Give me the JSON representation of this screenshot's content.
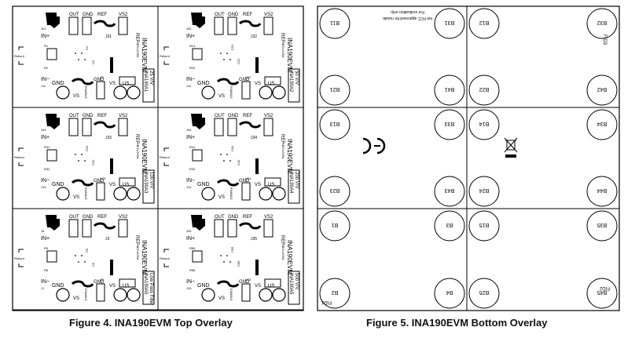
{
  "figures": [
    {
      "caption": "Figure 4. INA190EVM Top Overlay",
      "boards": [
        {
          "board": "INA190EVM",
          "assembly": "SBOU235A",
          "variant_lines": [
            "INA190A1",
            "25 V/V"
          ],
          "jumper": "J31",
          "res_labels": [
            "R1",
            "R2"
          ],
          "cap_labels": [
            "C1",
            "C2"
          ],
          "ic": "U1",
          "in_plus": "J01",
          "in_minus": "J11"
        },
        {
          "board": "INA190EVM",
          "assembly": "SBOU235A",
          "variant_lines": [
            "INA190A2",
            "50 V/V"
          ],
          "jumper": "J32",
          "res_labels": [
            "R21",
            "R22"
          ],
          "cap_labels": [
            "C21",
            "C22"
          ],
          "ic": "U22",
          "in_plus": "J02",
          "in_minus": "J12"
        },
        {
          "board": "INA190EVM",
          "assembly": "SBOU235A",
          "variant_lines": [
            "INA190A3",
            "100 V/V"
          ],
          "jumper": "J33",
          "res_labels": [
            "R31",
            "R32"
          ],
          "cap_labels": [
            "C31",
            "C32"
          ],
          "ic": "U23",
          "in_plus": "J03",
          "in_minus": "J13"
        },
        {
          "board": "INA190EVM",
          "assembly": "SBOU235A",
          "variant_lines": [
            "INA190A4",
            "200 V/V"
          ],
          "jumper": "J34",
          "res_labels": [
            "R41",
            "R42"
          ],
          "cap_labels": [
            "C41",
            "C42"
          ],
          "ic": "U24",
          "in_plus": "J04",
          "in_minus": "J14"
        },
        {
          "board": "INA190EVM",
          "assembly": "SBOU235A",
          "variant_lines": [
            "INA190A5",
            "Low Pass Filter"
          ],
          "jumper": "J3",
          "res_labels": [
            "R5",
            "R6"
          ],
          "cap_labels": [
            "C5",
            "C6"
          ],
          "ic": "U2",
          "in_plus": "J5",
          "in_minus": "J1"
        },
        {
          "board": "INA190EVM",
          "assembly": "SBOU235A",
          "variant_lines": [
            "INA190A5",
            "500 V/V"
          ],
          "jumper": "J35",
          "res_labels": [
            "R65",
            "R66"
          ],
          "cap_labels": [
            "C65",
            "C66"
          ],
          "ic": "U25",
          "in_plus": "J05",
          "in_minus": "J15"
        }
      ],
      "pad_labels": {
        "out": "OUT",
        "gnd": "GND",
        "ref": "REF",
        "vs2": "VS2",
        "in_plus": "IN+",
        "in_minus": "IN−",
        "enable": "ENABLE",
        "vs": "VS",
        "us": "US",
        "gnd_pad": "GND",
        "shunt": "Rshunt"
      }
    },
    {
      "caption": "Figure 5. INA190EVM Bottom Overlay",
      "notice": [
        "For evaluation only;",
        "not FCC approved for resale."
      ],
      "fiducials": [
        "FID3",
        "FID1",
        "FID2"
      ],
      "hole_labels": [
        [
          "B11",
          "B31",
          "B12",
          "B32"
        ],
        [
          "B21",
          "B41",
          "B22",
          "B42"
        ],
        [
          "B13",
          "B33",
          "B14",
          "B34"
        ],
        [
          "B23",
          "B43",
          "B24",
          "B44"
        ],
        [
          "B1",
          "B3",
          "B15",
          "B35"
        ],
        [
          "B2",
          "B4",
          "B25",
          "B45"
        ]
      ]
    }
  ]
}
